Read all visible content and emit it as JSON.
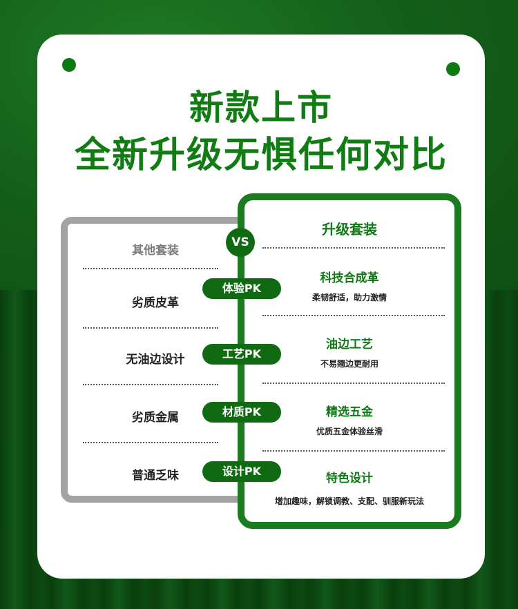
{
  "headline": {
    "line1": "新款上市",
    "line2": "全新升级无惧任何对比"
  },
  "vs_label": "VS",
  "left": {
    "title": "其他套装",
    "items": [
      "劣质皮革",
      "无油边设计",
      "劣质金属",
      "普通乏味"
    ]
  },
  "right": {
    "title": "升级套装",
    "items": [
      {
        "name": "科技合成革",
        "desc": "柔韧舒适，助力激情"
      },
      {
        "name": "油边工艺",
        "desc": "不易翘边更耐用"
      },
      {
        "name": "精选五金",
        "desc": "优质五金体验丝滑"
      },
      {
        "name": "特色设计",
        "desc": "增加趣味，解锁调教、支配、驯服新玩法"
      }
    ]
  },
  "pk_labels": [
    "体验PK",
    "工艺PK",
    "材质PK",
    "设计PK"
  ],
  "colors": {
    "brand_green": "#107c13",
    "dark_green": "#0f6a12",
    "gray_border": "#a3a3a3"
  }
}
